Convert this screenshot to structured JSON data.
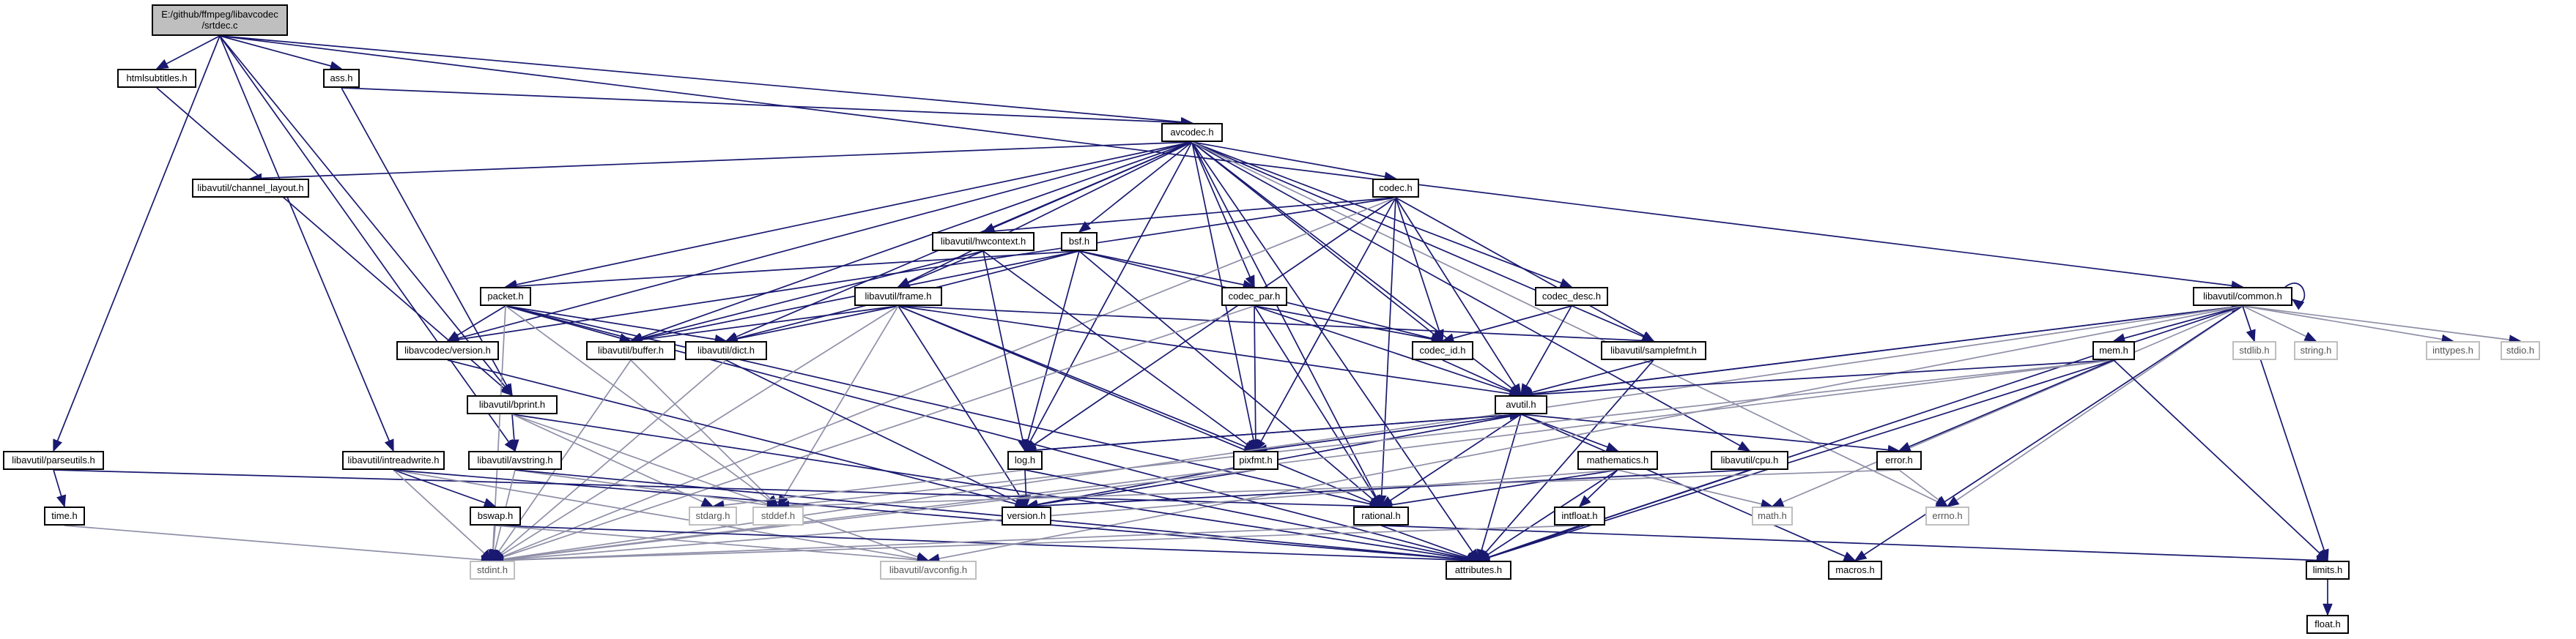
{
  "root": {
    "line1": "E:/github/ffmpeg/libavcodec",
    "line2": "/srtdec.c"
  },
  "nodes": {
    "htmlsubtitles": "htmlsubtitles.h",
    "ass": "ass.h",
    "avcodec": "avcodec.h",
    "channel_layout": "libavutil/channel_layout.h",
    "codec": "codec.h",
    "hwcontext": "libavutil/hwcontext.h",
    "bsf": "bsf.h",
    "packet": "packet.h",
    "frame": "libavutil/frame.h",
    "codec_par": "codec_par.h",
    "codec_desc": "codec_desc.h",
    "avcodec_version": "libavcodec/version.h",
    "buffer": "libavutil/buffer.h",
    "dict": "libavutil/dict.h",
    "codec_id": "codec_id.h",
    "samplefmt": "libavutil/samplefmt.h",
    "common": "libavutil/common.h",
    "stdlib": "stdlib.h",
    "string": "string.h",
    "inttypes": "inttypes.h",
    "stdio": "stdio.h",
    "mem": "mem.h",
    "avutil": "avutil.h",
    "bprint": "libavutil/bprint.h",
    "parseutils": "libavutil/parseutils.h",
    "intreadwrite": "libavutil/intreadwrite.h",
    "avstring": "libavutil/avstring.h",
    "log": "log.h",
    "pixfmt": "pixfmt.h",
    "mathematics": "mathematics.h",
    "cpu": "libavutil/cpu.h",
    "error": "error.h",
    "time": "time.h",
    "bswap": "bswap.h",
    "stdarg": "stdarg.h",
    "stddef": "stddef.h",
    "version": "version.h",
    "rational": "rational.h",
    "math": "math.h",
    "errno": "errno.h",
    "intfloat": "intfloat.h",
    "stdint": "stdint.h",
    "avconfig": "libavutil/avconfig.h",
    "attributes": "attributes.h",
    "macros": "macros.h",
    "limits": "limits.h",
    "float": "float.h"
  }
}
